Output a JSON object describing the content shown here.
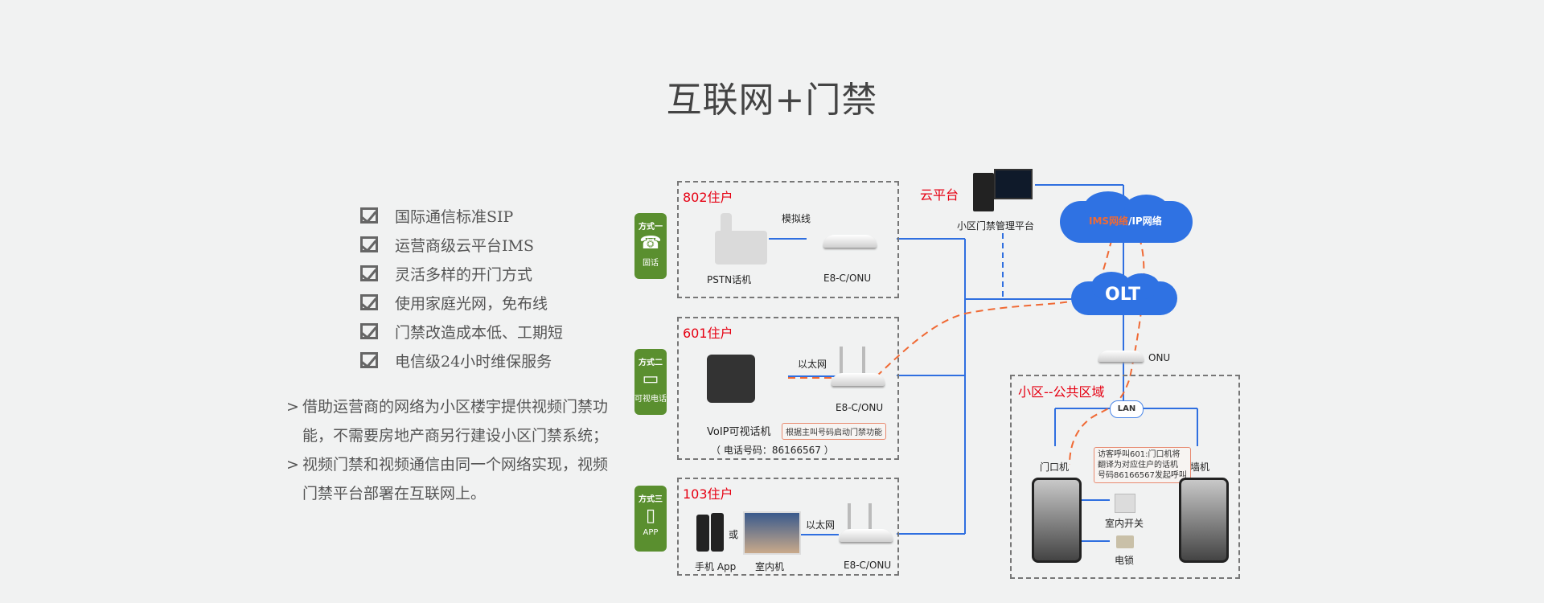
{
  "title": "互联网+门禁",
  "features": [
    "国际通信标准SIP",
    "运营商级云平台IMS",
    "灵活多样的开门方式",
    "使用家庭光网，免布线",
    "门禁改造成本低、工期短",
    "电信级24小时维保服务"
  ],
  "descriptions": [
    {
      "arrow": ">",
      "line1": "借助运营商的网络为小区楼宇提供视频门禁功",
      "line2": "能，不需要房地产商另行建设小区门禁系统；"
    },
    {
      "arrow": ">",
      "line1": "视频门禁和视频通信由同一个网络实现，视频",
      "line2": "门禁平台部署在互联网上。"
    }
  ],
  "methods": [
    {
      "title": "方式一",
      "icon": "landline-phone-icon",
      "icon_glyph": "☎",
      "label": "固话"
    },
    {
      "title": "方式二",
      "icon": "video-phone-icon",
      "icon_glyph": "▭",
      "label": "可视电话"
    },
    {
      "title": "方式三",
      "icon": "smartphone-icon",
      "icon_glyph": "▯",
      "label": "APP"
    }
  ],
  "households": [
    {
      "name": "802住户",
      "device": "PSTN话机",
      "link": "模拟线",
      "router": "E8-C/ONU"
    },
    {
      "name": "601住户",
      "device": "VoIP可视话机",
      "phone": "（ 电话号码：86166567 ）",
      "link": "以太网",
      "router": "E8-C/ONU",
      "callout": "根据主叫号码启动门禁功能"
    },
    {
      "name": "103住户",
      "device1": "手机 App",
      "or": "或",
      "device2": "室内机",
      "link": "以太网",
      "router": "E8-C/ONU"
    }
  ],
  "cloud": {
    "label": "云平台",
    "platform": "小区门禁管理平台",
    "ims_part1": "IMS网络",
    "ims_part2": "/IP网络",
    "olt": "OLT",
    "onu": "ONU"
  },
  "community": {
    "title": "小区--公共区域",
    "lan": "LAN",
    "door_unit": "门口机",
    "wall_unit": "围墙机",
    "indoor_switch": "室内开关",
    "electric_lock": "电锁",
    "callout_lines": [
      "访客呼叫601:门口机将",
      "翻译为对应住户的话机",
      "号码86166567发起呼叫"
    ]
  },
  "colors": {
    "accent_green": "#5a8f2f",
    "line_blue": "#2f6fe0",
    "call_path_orange": "#f06a35",
    "label_red": "#e60012",
    "cloud_blue": "#2f72e3"
  }
}
